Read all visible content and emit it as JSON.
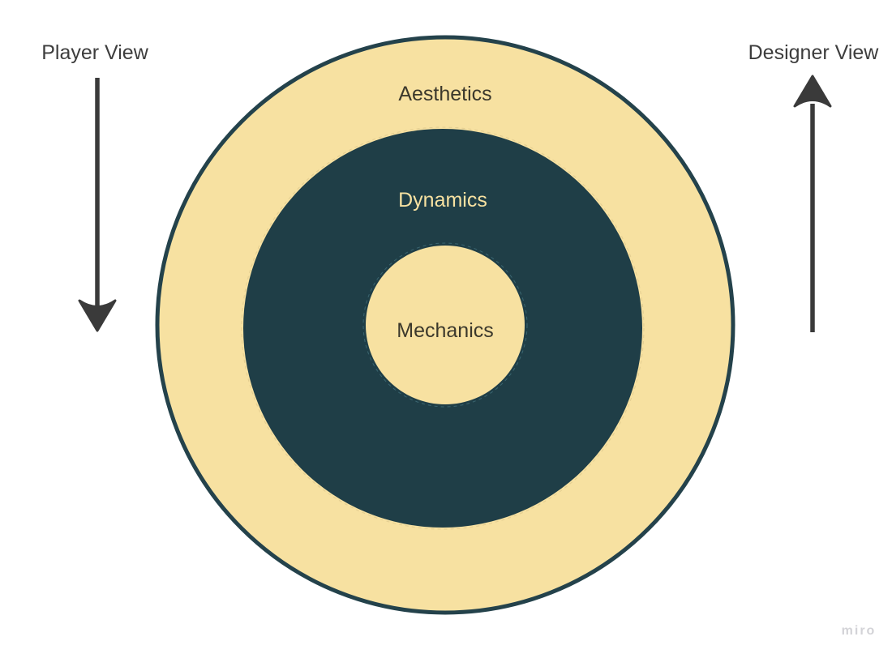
{
  "diagram": {
    "rings": [
      {
        "name": "outer",
        "label": "Aesthetics"
      },
      {
        "name": "middle",
        "label": "Dynamics"
      },
      {
        "name": "inner",
        "label": "Mechanics"
      }
    ],
    "annotations": {
      "left": {
        "label": "Player View",
        "arrow_direction": "down"
      },
      "right": {
        "label": "Designer View",
        "arrow_direction": "up"
      }
    },
    "watermark": "miro",
    "colors": {
      "background": "#ffffff",
      "cream": "#f7e1a1",
      "dark_teal": "#1f3e47",
      "outer_border": "#24424b",
      "dark_text": "#3b382c",
      "annotation_text": "#3d3d3d",
      "arrow": "#3a3a3a",
      "watermark_gray": "#d3d3d7"
    }
  }
}
